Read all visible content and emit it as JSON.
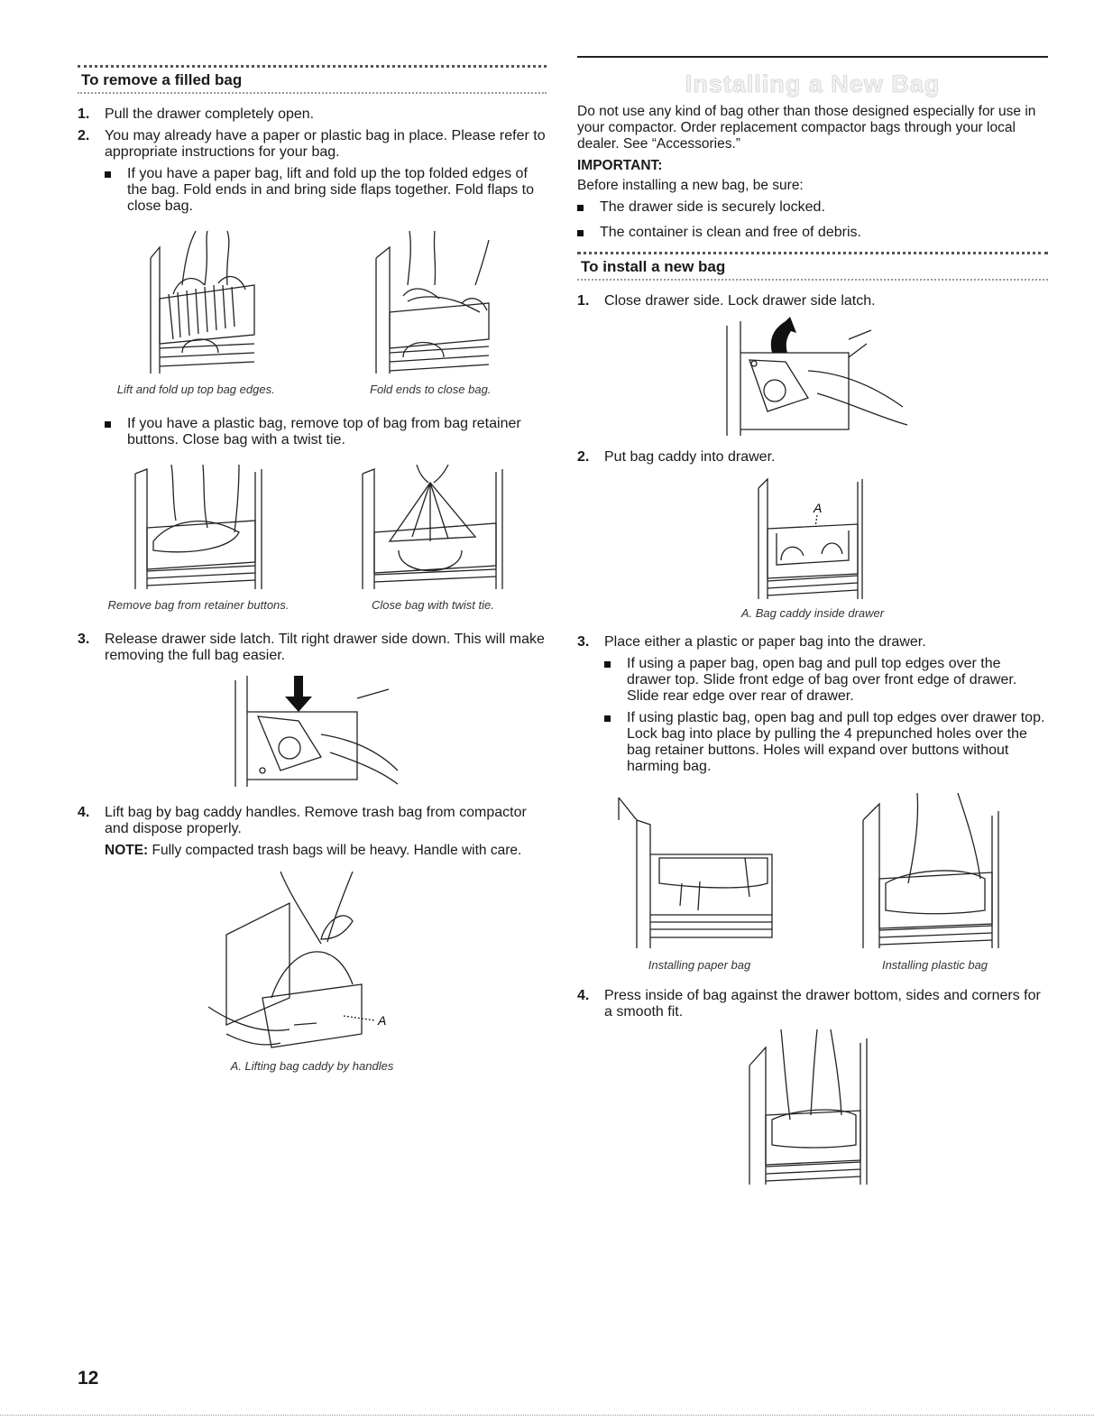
{
  "left": {
    "heading": "To remove a filled bag",
    "steps": [
      {
        "num": "1.",
        "text": "Pull the drawer completely open."
      },
      {
        "num": "2.",
        "text": "You may already have a paper or plastic bag in place. Please refer to appropriate instructions for your bag."
      },
      {
        "num": "3.",
        "text": "Release drawer side latch. Tilt right drawer side down. This will make removing the full bag easier."
      },
      {
        "num": "4.",
        "text": "Lift bag by bag caddy handles. Remove trash bag from compactor and dispose properly."
      }
    ],
    "bullets": [
      "If you have a paper bag, lift and fold up the top folded edges of the bag. Fold ends in and bring side flaps together. Fold flaps to close bag.",
      "If you have a plastic bag, remove top of bag from bag retainer buttons. Close bag with a twist tie."
    ],
    "captions": {
      "c1": "Lift and fold up top bag edges.",
      "c2": "Fold ends to close bag.",
      "c3": "Remove bag from retainer buttons.",
      "c4": "Close bag with twist tie.",
      "c5": "A. Lifting bag caddy by handles",
      "label_a": "A"
    },
    "note_label": "NOTE:",
    "note_text": " Fully compacted trash bags will be heavy. Handle with care."
  },
  "right": {
    "section_title": "Installing a New Bag",
    "intro": "Do not use any kind of bag other than those designed especially for use in your compactor. Order replacement compactor bags through your local dealer. See “Accessories.”",
    "important_label": "IMPORTANT:",
    "before_text": "Before installing a new bag, be sure:",
    "checks": [
      "The drawer side is securely locked.",
      "The container is clean and free of debris."
    ],
    "heading": "To install a new bag",
    "steps": [
      {
        "num": "1.",
        "text": "Close drawer side. Lock drawer side latch."
      },
      {
        "num": "2.",
        "text": "Put bag caddy into drawer."
      },
      {
        "num": "3.",
        "text": "Place either a plastic or paper bag into the drawer."
      },
      {
        "num": "4.",
        "text": "Press inside of bag against the drawer bottom, sides and corners for a smooth fit."
      }
    ],
    "bullets": [
      "If using a paper bag, open bag and pull top edges over the drawer top. Slide front edge of bag over front edge of drawer. Slide rear edge over rear of drawer.",
      "If using plastic bag, open bag and pull top edges over drawer top. Lock bag into place by pulling the 4 prepunched holes over the bag retainer buttons. Holes will expand over buttons without harming bag."
    ],
    "captions": {
      "c1": "A. Bag caddy inside drawer",
      "c2": "Installing paper bag",
      "c3": "Installing plastic bag",
      "label_a": "A"
    }
  },
  "page_number": "12"
}
